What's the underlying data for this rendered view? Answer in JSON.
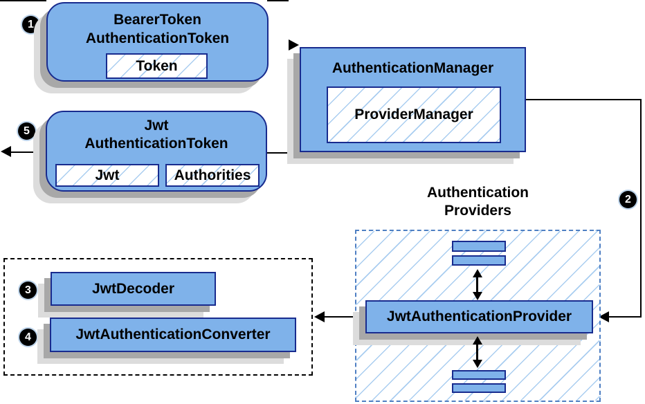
{
  "colors": {
    "node_fill": "#7fb2ea",
    "node_border": "#182b8e",
    "hatch_line": "#a9cdf0",
    "providers_dash_border": "#4d7ec2",
    "outer_dash_border": "#000000",
    "shadow_dark": "#a8a8a8",
    "shadow_light": "#dcdcdc",
    "arrow": "#000000",
    "badge_bg": "#000000",
    "badge_text": "#ffffff"
  },
  "nodes": {
    "bearer_token": {
      "title_line1": "BearerToken",
      "title_line2": "AuthenticationToken",
      "chip": "Token"
    },
    "authentication_manager": {
      "title": "AuthenticationManager",
      "chip": "ProviderManager"
    },
    "jwt_authentication_token": {
      "title_line1": "Jwt",
      "title_line2": "AuthenticationToken",
      "chip_jwt": "Jwt",
      "chip_authorities": "Authorities"
    },
    "authentication_providers": {
      "title_line1": "Authentication",
      "title_line2": "Providers",
      "provider": "JwtAuthenticationProvider"
    },
    "converters": {
      "decoder": "JwtDecoder",
      "converter": "JwtAuthenticationConverter"
    }
  },
  "badges": {
    "step1": "1",
    "step2": "2",
    "step3": "3",
    "step4": "4",
    "step5": "5"
  }
}
